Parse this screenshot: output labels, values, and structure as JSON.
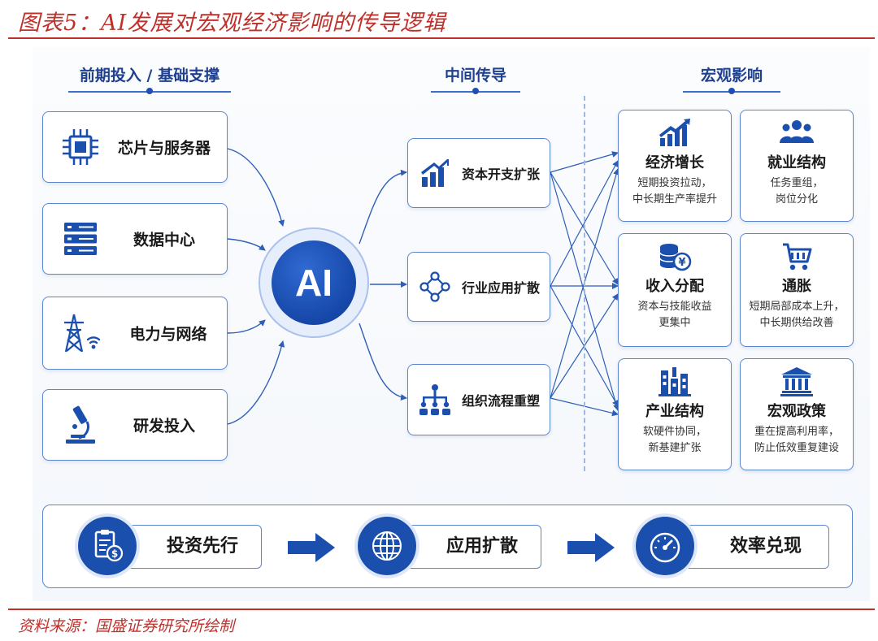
{
  "title": "图表5：AI发展对宏观经济影响的传导逻辑",
  "source": "资料来源：国盛证券研究所绘制",
  "columns": {
    "left": "前期投入 / 基础支撑",
    "middle": "中间传导",
    "right": "宏观影响"
  },
  "center": {
    "label": "AI"
  },
  "inputs": [
    {
      "label": "芯片与服务器",
      "icon": "chip-icon"
    },
    {
      "label": "数据中心",
      "icon": "server-rack-icon"
    },
    {
      "label": "电力与网络",
      "icon": "power-tower-wifi-icon"
    },
    {
      "label": "研发投入",
      "icon": "microscope-icon"
    }
  ],
  "channels": [
    {
      "label": "资本开支扩张",
      "icon": "bar-growth-icon"
    },
    {
      "label": "行业应用扩散",
      "icon": "network-nodes-icon"
    },
    {
      "label": "组织流程重塑",
      "icon": "org-chart-icon"
    }
  ],
  "impacts": [
    {
      "label": "经济增长",
      "desc1": "短期投资拉动，",
      "desc2": "中长期生产率提升",
      "icon": "growth-chart-icon"
    },
    {
      "label": "就业结构",
      "desc1": "任务重组，",
      "desc2": "岗位分化",
      "icon": "people-icon"
    },
    {
      "label": "收入分配",
      "desc1": "资本与技能收益",
      "desc2": "更集中",
      "icon": "coins-yen-icon"
    },
    {
      "label": "通胀",
      "desc1": "短期局部成本上升，",
      "desc2": "中长期供给改善",
      "icon": "cart-icon"
    },
    {
      "label": "产业结构",
      "desc1": "软硬件协同，",
      "desc2": "新基建扩张",
      "icon": "factory-icon"
    },
    {
      "label": "宏观政策",
      "desc1": "重在提高利用率，",
      "desc2": "防止低效重复建设",
      "icon": "government-building-icon"
    }
  ],
  "process": [
    {
      "label": "投资先行",
      "icon": "investment-document-icon"
    },
    {
      "label": "应用扩散",
      "icon": "globe-network-icon"
    },
    {
      "label": "效率兑现",
      "icon": "speedometer-icon"
    }
  ],
  "colors": {
    "accent": "#1b4fae",
    "title_red": "#c0302b",
    "border": "#5b86d0"
  }
}
